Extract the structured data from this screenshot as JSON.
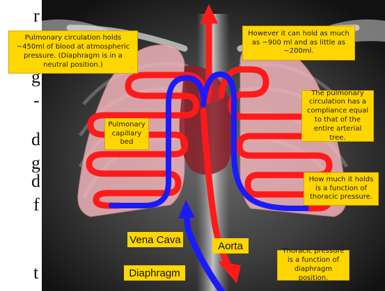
{
  "background_letters": [
    "r",
    "g",
    "-",
    "d",
    "g",
    "d",
    "f",
    "t"
  ],
  "notes": {
    "pulmonary_volume": "Pulmonary circulation holds ~450ml of blood at atmospheric pressure. (Diaphragm is in a neutral position.)",
    "capacity_range": "However it can hold as much as ~900 ml and as little as ~200ml.",
    "compliance": "The pulmonary circulation has a compliance equal to that of the entire arterial tree.",
    "thoracic_function": "How much it holds is a function of thoracic pressure.",
    "capillary_bed": "Pulmonary capillary bed",
    "thoracic_diaphragm": "Thoracic pressure is a function of diaphragm position."
  },
  "labels": {
    "vena_cava": "Vena Cava",
    "aorta": "Aorta",
    "diaphragm": "Diaphragm"
  },
  "colors": {
    "box_fill": "#ffd600",
    "arterial": "#ff1a1a",
    "venous": "#1a1aff",
    "lung_tint": "#f5b8bd"
  }
}
